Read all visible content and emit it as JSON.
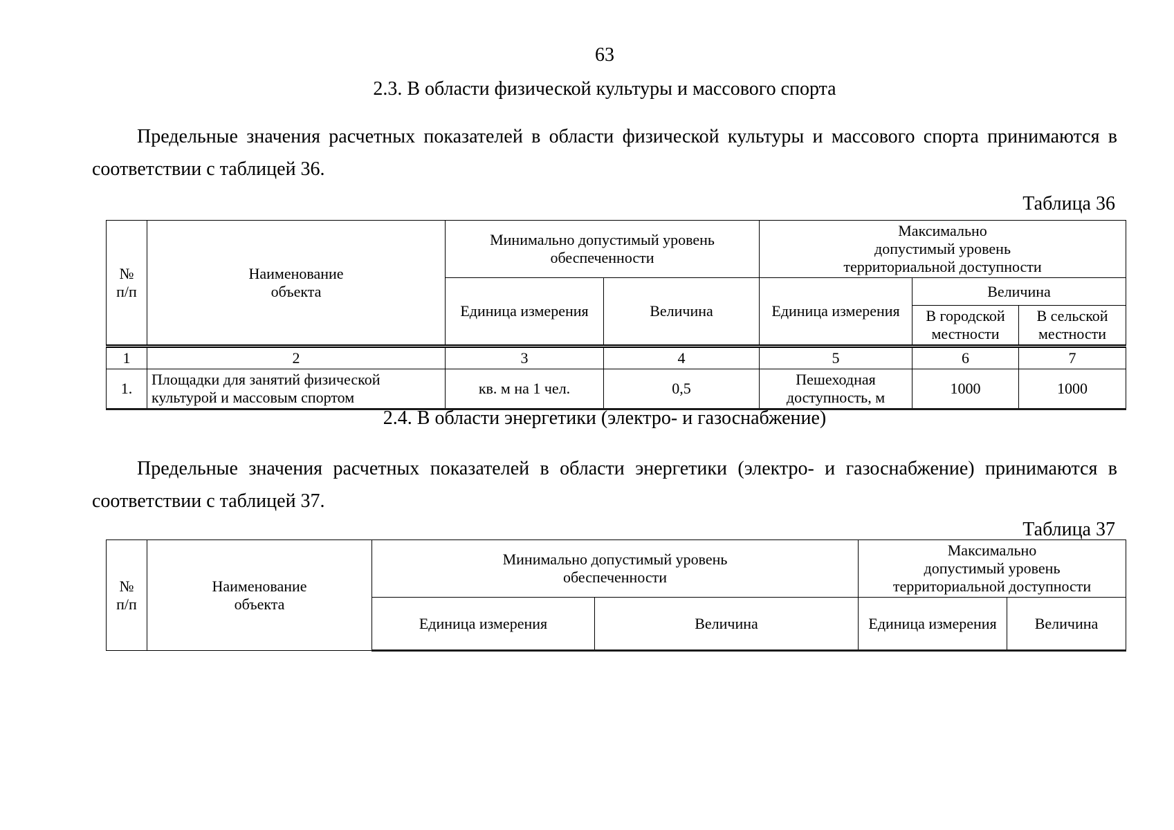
{
  "page_number": "63",
  "section_23": {
    "heading": "2.3. В области физической культуры и массового спорта",
    "paragraph": "Предельные значения расчетных показателей в области физической культуры и массового спорта принимаются в соответствии с таблицей 36.",
    "table_caption": "Таблица 36"
  },
  "table36": {
    "header": {
      "num": "№\nп/п",
      "name": "Наименование\nобъекта",
      "min_group": "Минимально допустимый уровень\nобеспеченности",
      "max_group": "Максимально\nдопустимый уровень\nтерриториальной доступности",
      "unit_min": "Единица измерения",
      "value_min": "Величина",
      "unit_max": "Единица измерения",
      "value_group": "Величина",
      "urban": "В городской\nместности",
      "rural": "В сельской\nместности"
    },
    "col_numbers": [
      "1",
      "2",
      "3",
      "4",
      "5",
      "6",
      "7"
    ],
    "rows": [
      {
        "num": "1.",
        "name": "Площадки для занятий физической культурой и массовым спортом",
        "unit_min": "кв. м на 1 чел.",
        "value_min": "0,5",
        "unit_max": "Пешеходная\nдоступность, м",
        "urban": "1000",
        "rural": "1000"
      }
    ]
  },
  "section_24": {
    "heading": "2.4. В области энергетики (электро- и газоснабжение)",
    "paragraph": "Предельные значения расчетных показателей в области энергетики (электро- и газоснабжение) принимаются в соответствии с таблицей 37.",
    "table_caption": "Таблица 37"
  },
  "table37": {
    "header": {
      "num": "№\nп/п",
      "name": "Наименование\nобъекта",
      "min_group": "Минимально допустимый уровень\nобеспеченности",
      "max_group": "Максимально\nдопустимый уровень\nтерриториальной доступности",
      "unit_min": "Единица измерения",
      "value_min": "Величина",
      "unit_max": "Единица измерения",
      "value_max": "Величина"
    }
  }
}
